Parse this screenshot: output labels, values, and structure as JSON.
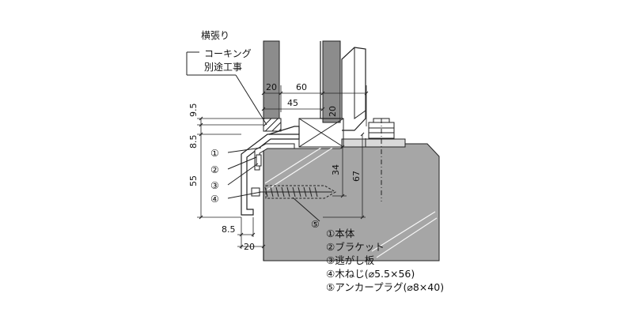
{
  "notes": {
    "yokobari": "横張り",
    "caulking": "コーキング",
    "separate_work": "別途工事"
  },
  "dimensions": {
    "d20_top": "20",
    "d60": "60",
    "d45": "45",
    "d20_vert": "20",
    "d9_5": "9.5",
    "d8_5_left": "8.5",
    "d55": "55",
    "d34": "34",
    "d67": "67",
    "d8_5_bottom": "8.5",
    "d20_bottom": "20"
  },
  "callouts": [
    "①",
    "②",
    "③",
    "④",
    "⑤"
  ],
  "legend": [
    "①本体",
    "②ブラケット",
    "③逃がし板",
    "④木ねじ(⌀5.5×56)",
    "⑤アンカープラグ(⌀8×40)"
  ],
  "colors": {
    "panel_gray": "#8c8c8c",
    "concrete_gray": "#a6a6a6",
    "line": "#222222"
  }
}
